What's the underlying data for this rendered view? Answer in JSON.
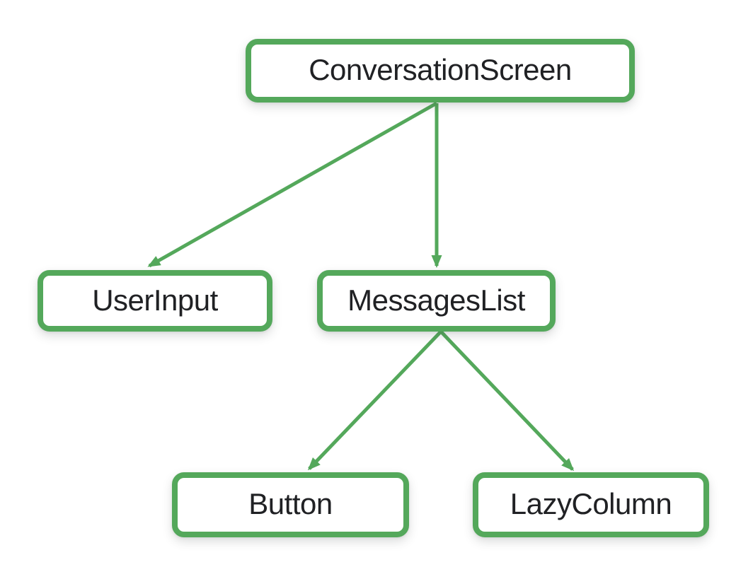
{
  "diagram": {
    "type": "tree",
    "description": "UI component hierarchy tree",
    "colors": {
      "accent_green": "#54a85b",
      "node_fill": "#ffffff",
      "label_text": "#202124",
      "background": "#ffffff"
    },
    "nodes": [
      {
        "id": "conversation-screen",
        "label": "ConversationScreen"
      },
      {
        "id": "user-input",
        "label": "UserInput"
      },
      {
        "id": "messages-list",
        "label": "MessagesList"
      },
      {
        "id": "button",
        "label": "Button"
      },
      {
        "id": "lazy-column",
        "label": "LazyColumn"
      }
    ],
    "edges": [
      {
        "from": "ConversationScreen",
        "to": "UserInput"
      },
      {
        "from": "ConversationScreen",
        "to": "MessagesList"
      },
      {
        "from": "MessagesList",
        "to": "Button"
      },
      {
        "from": "MessagesList",
        "to": "LazyColumn"
      }
    ]
  }
}
